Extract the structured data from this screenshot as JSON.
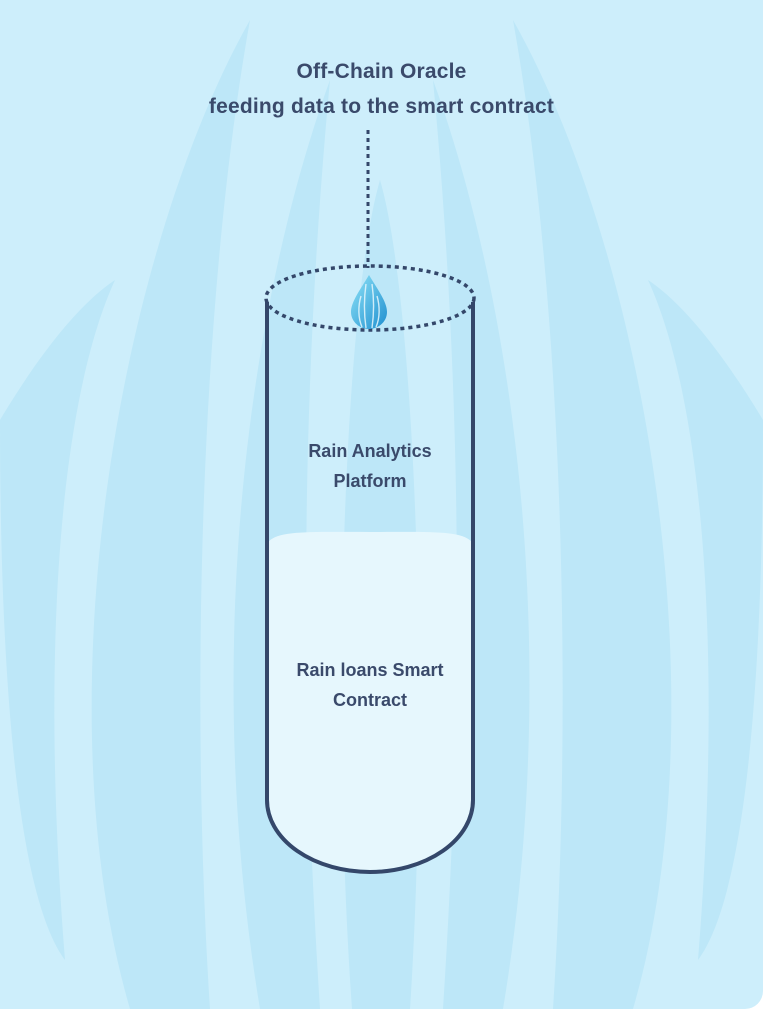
{
  "diagram": {
    "oracle_title": "Off-Chain Oracle",
    "oracle_subtitle": "feeding data to the smart contract",
    "platform_label_line1": "Rain Analytics",
    "platform_label_line2": "Platform",
    "contract_label_line1": "Rain loans Smart",
    "contract_label_line2": "Contract"
  },
  "colors": {
    "background": "#cdeefb",
    "stripe": "#bde7f8",
    "outline": "#34476a",
    "liquid": "#e6f7fd",
    "text": "#3a4a6b",
    "drop_light": "#7fd8f4",
    "drop_dark": "#1f8fd0"
  },
  "icons": [
    "rain-drop-icon"
  ]
}
